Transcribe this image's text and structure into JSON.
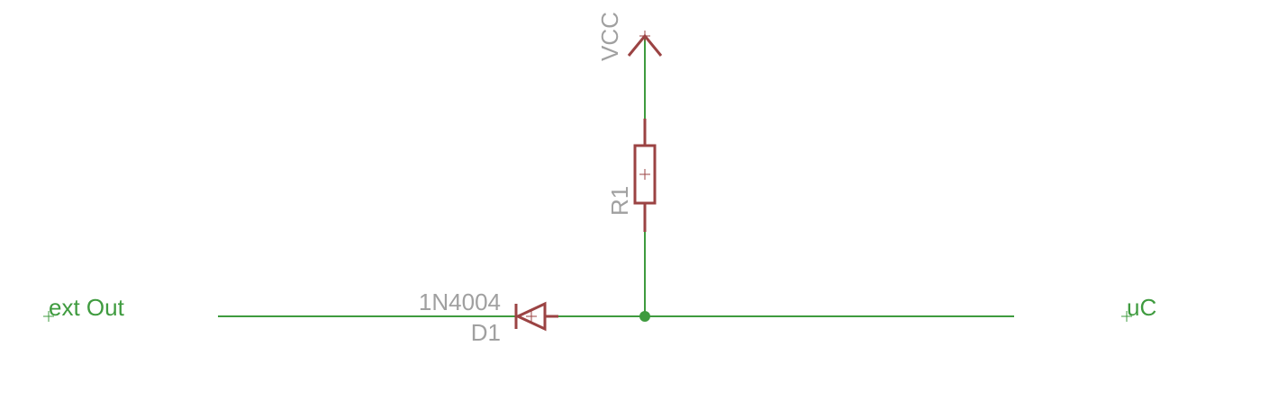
{
  "schematic": {
    "labels": {
      "ext_out": "ext Out",
      "uc": "uC",
      "vcc": "VCC",
      "resistor_name": "R1",
      "diode_value": "1N4004",
      "diode_name": "D1"
    },
    "colors": {
      "wire": "#3f9b3f",
      "component": "#9b4343",
      "part_text": "#a0a0a0",
      "background": "#ffffff"
    }
  }
}
